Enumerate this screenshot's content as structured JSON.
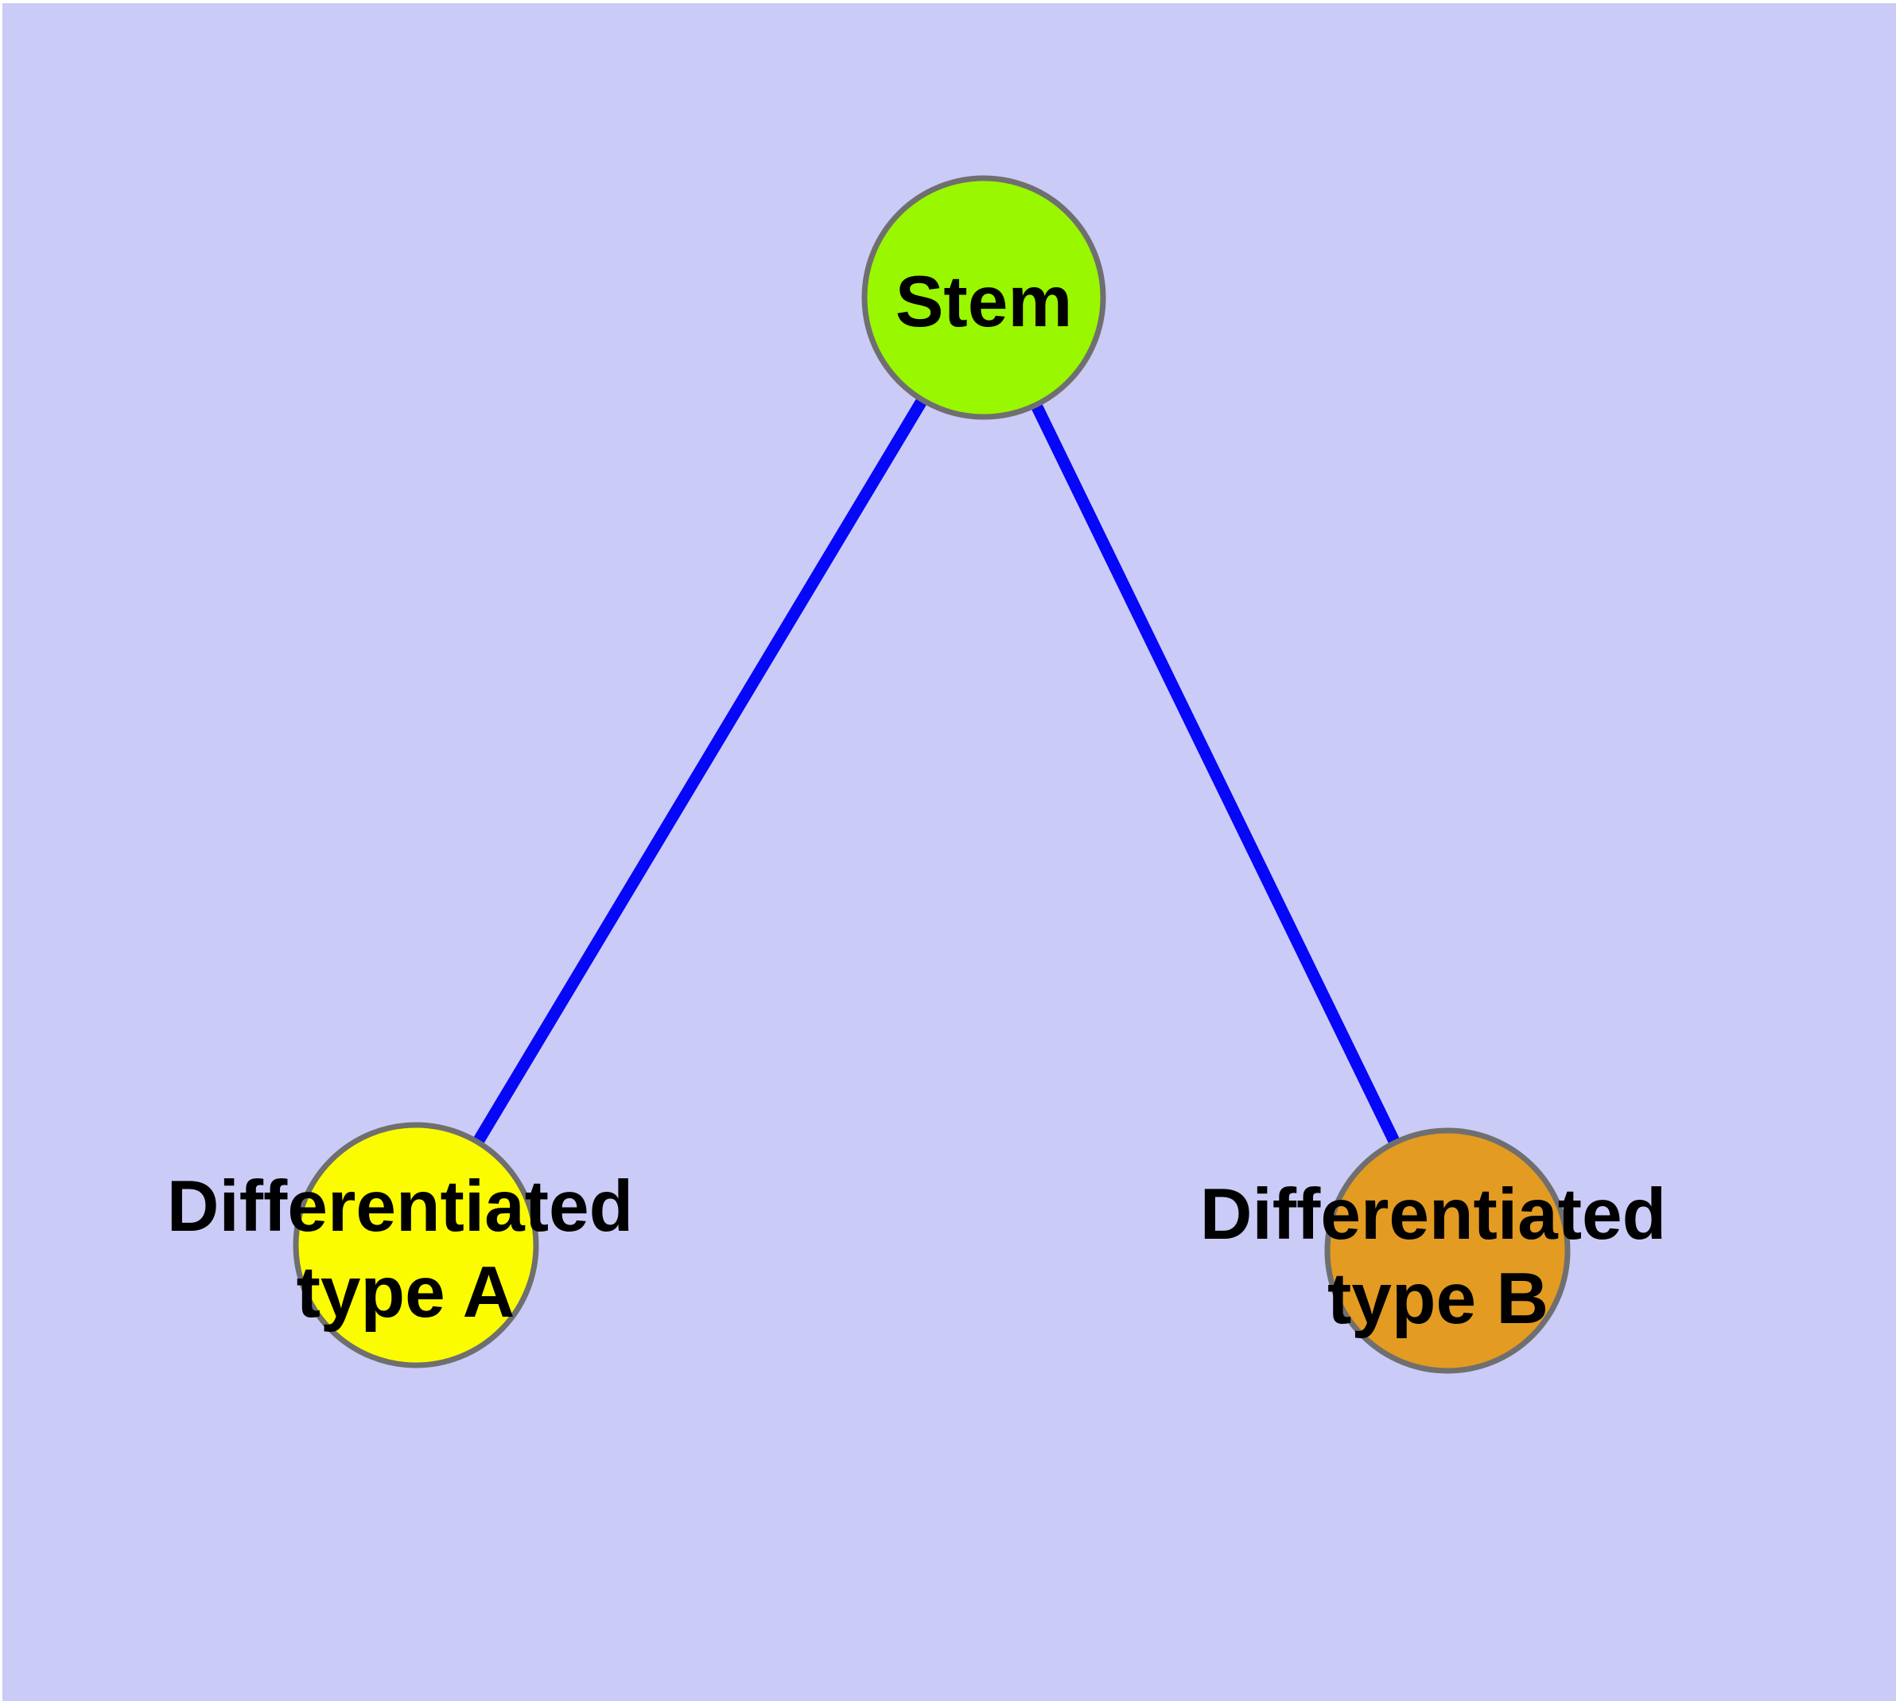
{
  "diagram": {
    "type": "node-link-graph",
    "description": "Stem cell differentiation tree: one stem node connected to two differentiated cell type nodes",
    "background_color": "#CBCBF7",
    "margin_color": "#FFFFFF",
    "edge_color": "#0606F8",
    "node_border_color": "#6F6F6F",
    "label_color": "#000000",
    "nodes": {
      "stem": {
        "label": "Stem",
        "fill_color": "#99F700"
      },
      "type_a": {
        "label": "Differentiated type A",
        "label_line1": "Differentiated",
        "label_line2": "type A",
        "fill_color": "#FCFC00"
      },
      "type_b": {
        "label": "Differentiated type B",
        "label_line1": "Differentiated",
        "label_line2": "type B",
        "fill_color": "#E39B22"
      }
    },
    "edges": [
      {
        "from": "Stem",
        "to": "Differentiated type A"
      },
      {
        "from": "Stem",
        "to": "Differentiated type B"
      }
    ]
  }
}
